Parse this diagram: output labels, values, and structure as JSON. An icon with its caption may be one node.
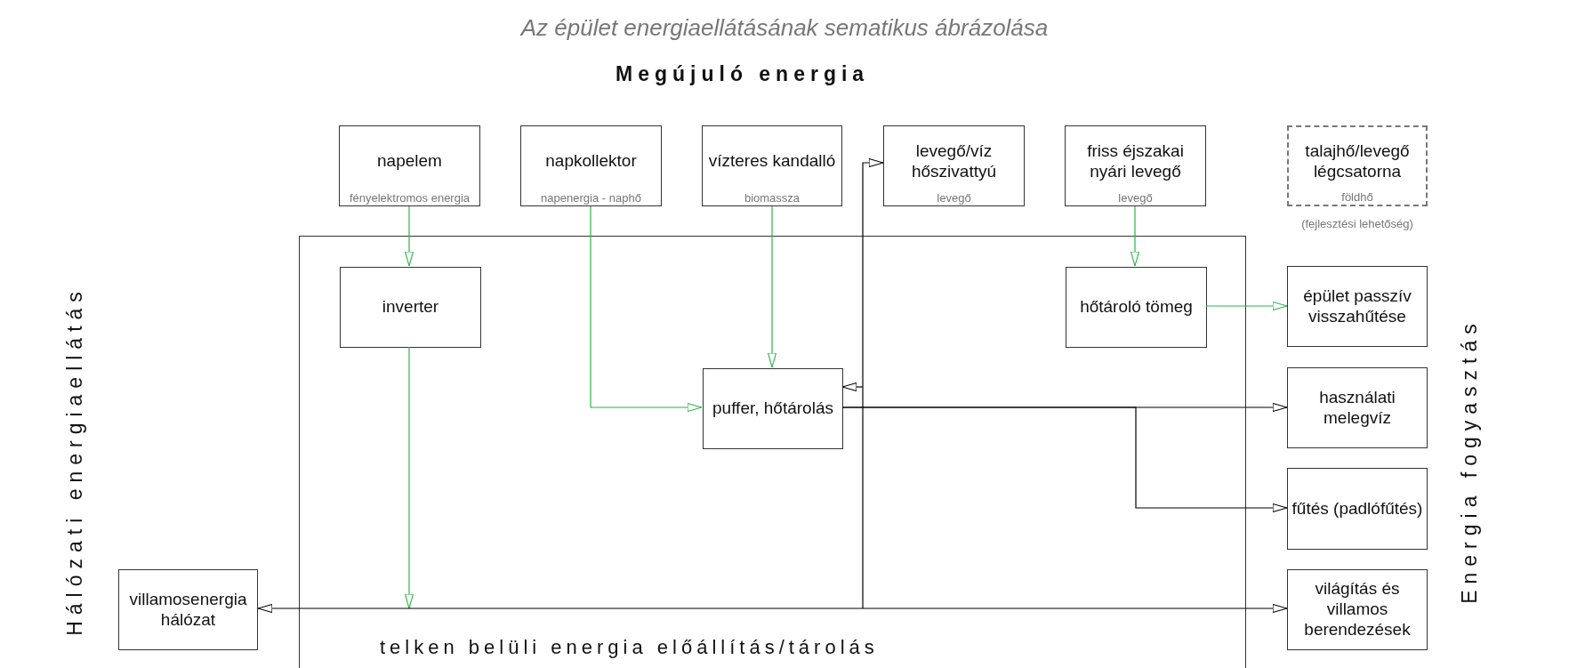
{
  "diagram": {
    "title": "Az épület energiaellátásának sematikus ábrázolása",
    "nodes": [
      {
        "text": [
          "napelem",
          "fényelektromos energia"
        ]
      },
      {
        "text": [
          "napkollektor",
          "napenergia - naphő"
        ]
      },
      {
        "text": [
          "vízteres kandalló",
          "biomassza"
        ]
      },
      {
        "text": [
          "levegő/víz hőszivattyú",
          "levegő"
        ]
      },
      {
        "text": [
          "friss éjszakai nyári levegő",
          "levegő"
        ]
      },
      {
        "text": [
          "talajhő/levegő légcsatorna",
          "földhő"
        ],
        "beside": [
          "(fejlesztési lehetőség)"
        ]
      },
      {
        "text": [
          "telken belüli energia előállítás/tárolás"
        ]
      },
      {
        "text": [
          "inverter"
        ],
        "in": 6
      },
      {
        "text": [
          "puffer, hőtárolás"
        ],
        "in": 6
      },
      {
        "text": [
          "hőtároló tömeg"
        ],
        "in": 6
      },
      {
        "text": [
          "épület passzív visszahűtése"
        ]
      },
      {
        "text": [
          "használati melegvíz"
        ]
      },
      {
        "text": [
          "fűtés (padlófűtés)"
        ]
      },
      {
        "text": [
          "világítás és villamos berendezések"
        ]
      },
      {
        "text": [
          "villamosenergia hálózat"
        ]
      }
    ],
    "edges": [
      {
        "from": 0,
        "to": 7,
        "arrow": "to"
      },
      {
        "from": 1,
        "to": 8,
        "arrow": "to"
      },
      {
        "from": 2,
        "to": 8,
        "arrow": "to"
      },
      {
        "from": 4,
        "to": 9,
        "arrow": "to"
      },
      {
        "from": 9,
        "to": 10,
        "arrow": "to"
      },
      {
        "from": 7,
        "to": null,
        "arrow": "to"
      },
      {
        "from": 14,
        "to": 13,
        "arrow": "both",
        "color": "#000000"
      },
      {
        "from": null,
        "to": 3,
        "arrow": "to",
        "color": "#000000"
      },
      {
        "from": null,
        "to": 8,
        "arrow": "to",
        "color": "#000000"
      },
      {
        "from": 8,
        "to": 11,
        "arrow": "to",
        "color": "#000000"
      },
      {
        "from": 8,
        "to": 12,
        "arrow": "to",
        "color": "#000000"
      }
    ],
    "labels": [
      "Megújuló energia",
      "Hálózati energiaellátás",
      "Energia fogyasztás"
    ]
  }
}
